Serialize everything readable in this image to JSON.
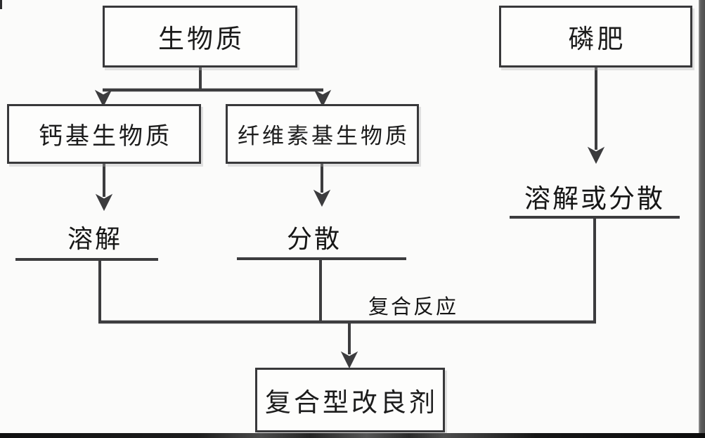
{
  "page": {
    "background_color": "#fbfbfa",
    "line_color": "#3c3c3e",
    "text_color": "#1c1c1c"
  },
  "diagram": {
    "nodes": {
      "biomass": {
        "label": "生物质"
      },
      "phosphate": {
        "label": "磷肥"
      },
      "calcium": {
        "label": "钙基生物质"
      },
      "cellulose": {
        "label": "纤维素基生物质"
      },
      "composite": {
        "label": "复合型改良剂"
      }
    },
    "process_labels": {
      "dissolve": "溶解",
      "disperse": "分散",
      "dissolve_or_disperse": "溶解或分散",
      "composite_reaction": "复合反应"
    }
  }
}
